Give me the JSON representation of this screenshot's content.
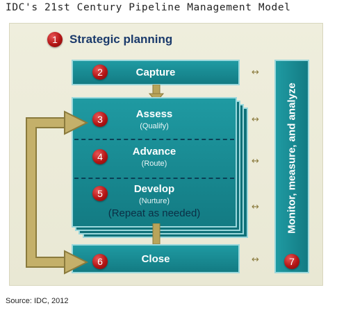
{
  "title": "IDC's 21st Century Pipeline Management Model",
  "source": "Source: IDC, 2012",
  "strategic": {
    "number": "1",
    "label": "Strategic planning"
  },
  "capture": {
    "number": "2",
    "label": "Capture"
  },
  "assess": {
    "number": "3",
    "label": "Assess",
    "sub": "(Qualify)"
  },
  "advance": {
    "number": "4",
    "label": "Advance",
    "sub": "(Route)"
  },
  "develop": {
    "number": "5",
    "label": "Develop",
    "sub": "(Nurture)",
    "note": "(Repeat as needed)"
  },
  "close": {
    "number": "6",
    "label": "Close"
  },
  "monitor": {
    "number": "7",
    "label": "Monitor, measure, and analyze"
  },
  "arrow_glyph": "↔"
}
